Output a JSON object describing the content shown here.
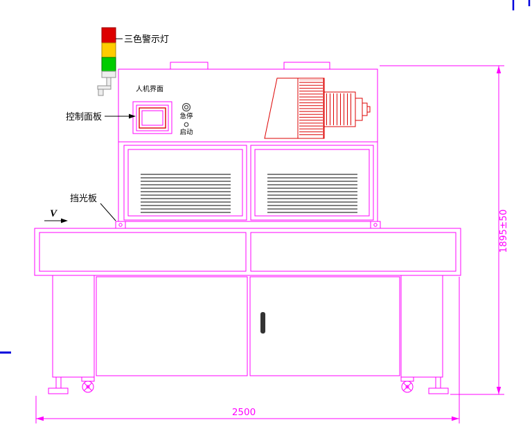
{
  "drawing": {
    "labels": {
      "tower_light": "三色警示灯",
      "hmi": "人机界面",
      "control_panel": "控制面板",
      "emergency_stop": "急停",
      "start_button": "启动",
      "light_shield": "挡光板",
      "velocity": "V"
    },
    "dimensions": {
      "overall_width": "2500",
      "overall_height": "1895±50"
    }
  },
  "colors": {
    "outline": "#ff00ff",
    "red": "#dd0000",
    "yellow": "#ffcc00",
    "green": "#00cc00",
    "blue": "#0000dd",
    "gray": "#909090",
    "text": "#000000",
    "bg": "#ffffff"
  }
}
